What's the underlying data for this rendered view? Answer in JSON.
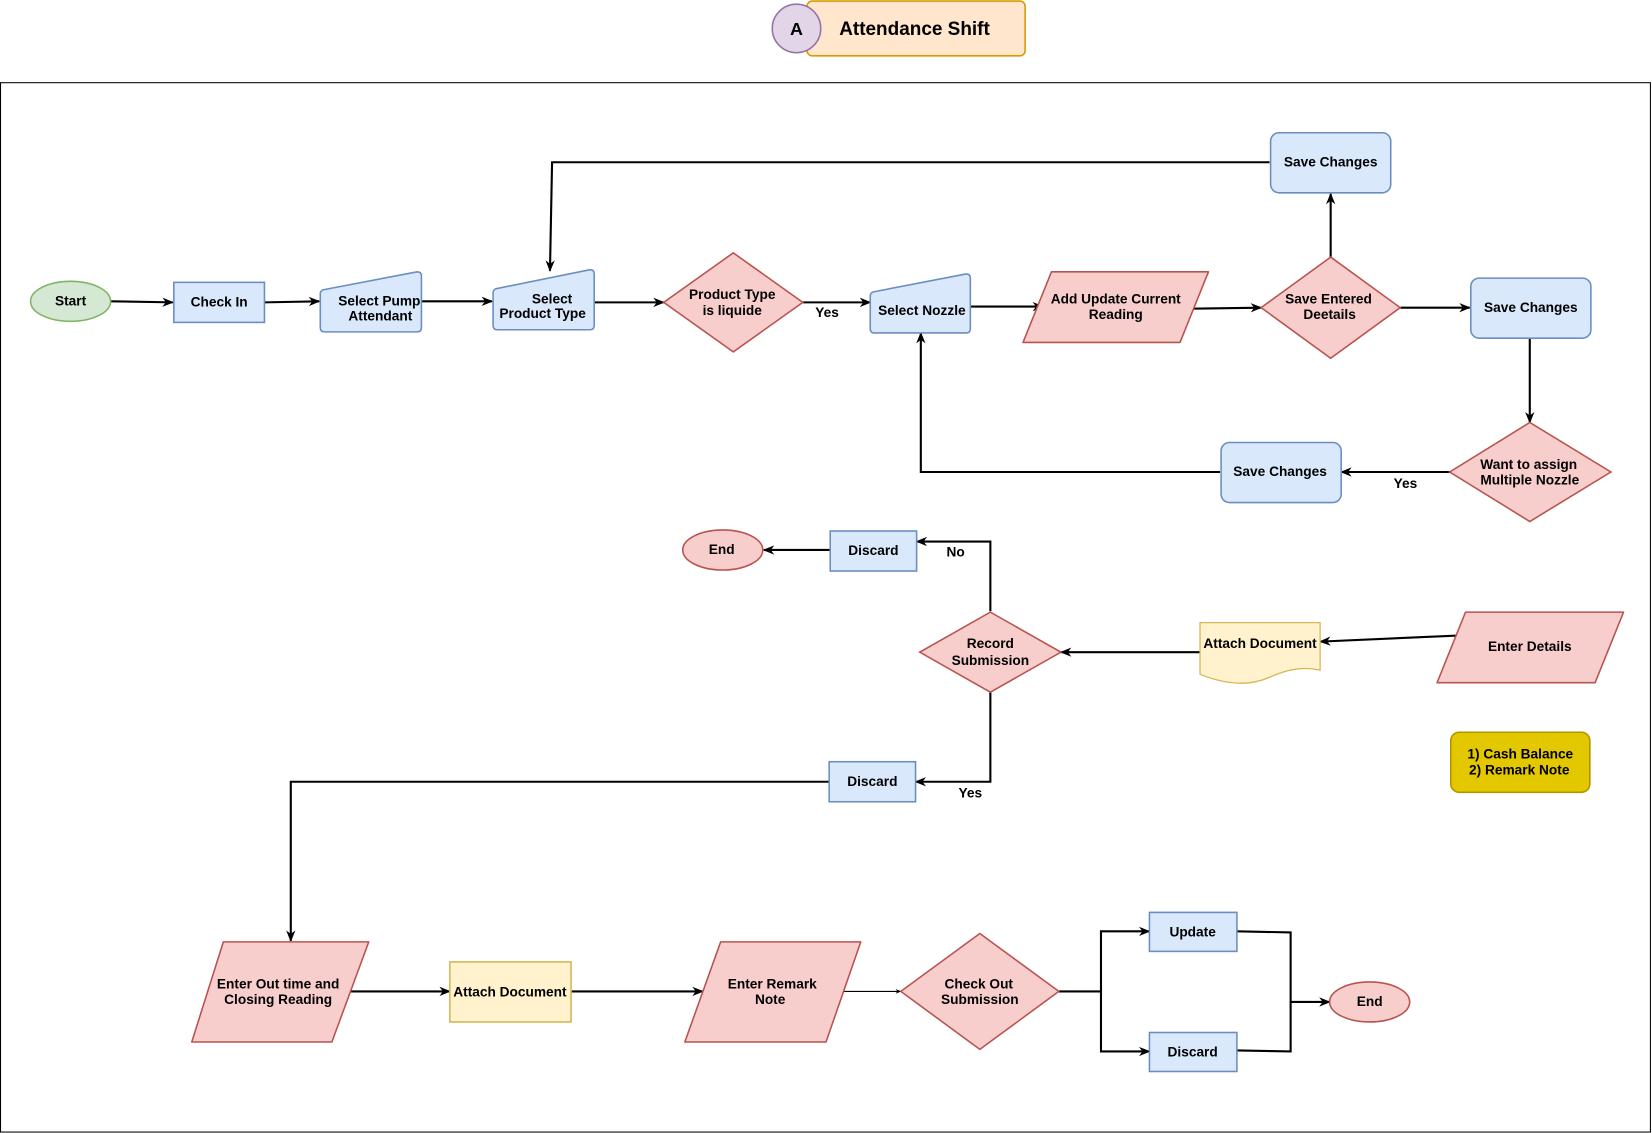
{
  "header": {
    "badge": "A",
    "title": "Attendance Shift"
  },
  "colors": {
    "green_fill": "#d5e8d4",
    "green_stroke": "#82b366",
    "blue_fill": "#dae8fc",
    "blue_stroke": "#6c8ebf",
    "red_fill": "#f8cecc",
    "red_stroke": "#b85450",
    "yellow_fill": "#fff2cc",
    "yellow_stroke": "#d6b656",
    "orange_fill": "#ffe6cc",
    "orange_stroke": "#d79b00",
    "purple_fill": "#e1d5e7",
    "purple_stroke": "#9673a6",
    "gold_fill": "#e3c800",
    "gold_stroke": "#b09500"
  },
  "nodes": {
    "start": "Start",
    "check_in": "Check In",
    "select_pump": [
      "Select Pump",
      "Attendant"
    ],
    "select_product": [
      "Select",
      "Product Type"
    ],
    "product_liquid": [
      "Product Type",
      "is liquide"
    ],
    "select_nozzle": "Select Nozzle",
    "add_reading": [
      "Add Update Current",
      "Reading"
    ],
    "save_entered": [
      "Save Entered",
      "Deetails"
    ],
    "save_changes_top": "Save Changes",
    "save_changes_right": "Save Changes",
    "multi_nozzle": [
      "Want to assign",
      "Multiple Nozzle"
    ],
    "save_changes_mid": "Save Changes",
    "enter_details": "Enter Details",
    "attach_doc_1": "Attach Document",
    "record_submission": [
      "Record",
      "Submission"
    ],
    "discard_1": "Discard",
    "end_1": "End",
    "discard_2": "Discard",
    "note": [
      "1) Cash Balance",
      "2) Remark Note"
    ],
    "out_time": [
      "Enter Out time and",
      "Closing Reading"
    ],
    "attach_doc_2": "Attach Document",
    "remark": [
      "Enter Remark",
      "Note"
    ],
    "checkout": [
      "Check Out",
      "Submission"
    ],
    "update": "Update",
    "discard_3": "Discard",
    "end_2": "End"
  },
  "edge_labels": {
    "yes_1": "Yes",
    "yes_2": "Yes",
    "no": "No",
    "yes_3": "Yes"
  }
}
